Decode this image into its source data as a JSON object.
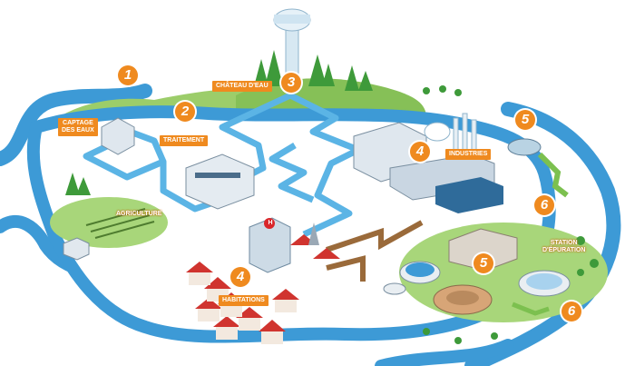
{
  "labels": {
    "captage_line1": "CAPTAGE",
    "captage_line2": "des EAUX",
    "traitement": "TRAITEMENT",
    "chateau": "CHÂTEAU D'EAU",
    "industries": "INDUSTRIES",
    "agriculture": "AGRICULTURE",
    "habitations": "HABITATIONS",
    "station_line1": "STATION",
    "station_line2": "D'ÉPURATION"
  },
  "steps": {
    "s1": "1",
    "s2": "2",
    "s3": "3",
    "s4a": "4",
    "s4b": "4",
    "s5a": "5",
    "s5b": "5",
    "s6a": "6",
    "s6b": "6"
  },
  "colors": {
    "accent": "#ef8a1f",
    "river": "#3d9ad6",
    "grass": "#9ccd6a",
    "pipe_clean": "#5bb4e5",
    "pipe_waste": "#9a6a3a"
  },
  "icons": {
    "hospital": "H"
  }
}
